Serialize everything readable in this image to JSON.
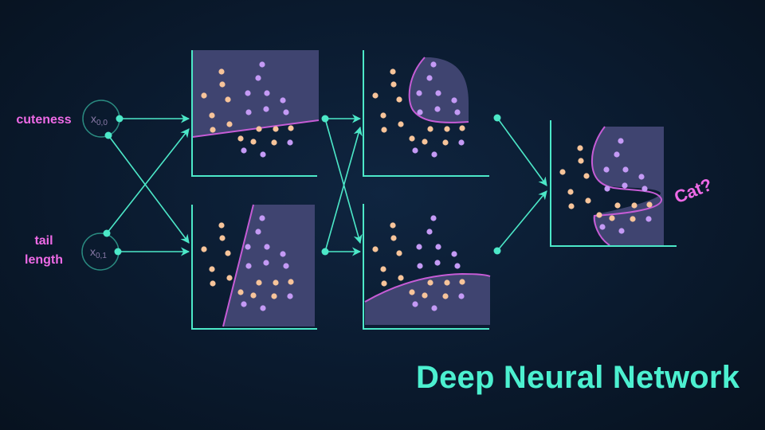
{
  "title": "Deep Neural Network",
  "colors": {
    "accent": "#4ce8c8",
    "label": "#ee6ae6",
    "region_fill": "#3f4470",
    "boundary": "#c65cd6",
    "class_a": "#f7c49a",
    "class_b": "#c49af5",
    "node_text": "#8a7aa8"
  },
  "inputs": [
    {
      "label_lines": [
        "cuteness"
      ],
      "node_label": "x",
      "node_sub": "0,0"
    },
    {
      "label_lines": [
        "tail",
        "length"
      ],
      "node_label": "x",
      "node_sub": "0,1"
    }
  ],
  "output_label": "Cat?",
  "layers": [
    {
      "name": "hidden-layer-1",
      "panels": [
        "linear-upper",
        "linear-steep"
      ]
    },
    {
      "name": "hidden-layer-2",
      "panels": [
        "blob-upper-right",
        "curve-bottom"
      ]
    },
    {
      "name": "output-layer",
      "panels": [
        "s-curve"
      ]
    }
  ]
}
